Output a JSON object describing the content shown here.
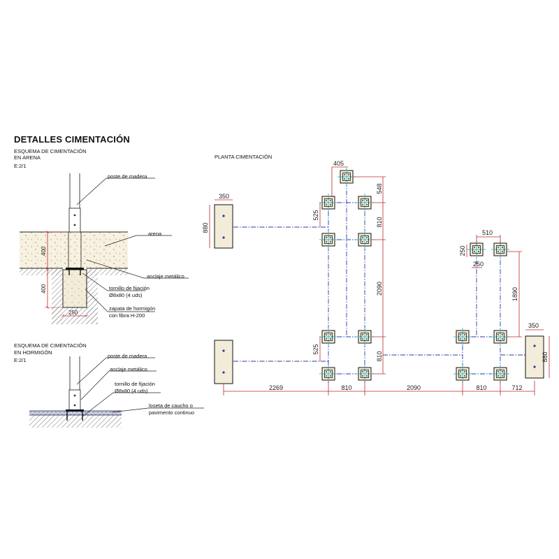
{
  "titles": {
    "main": "DETALLES CIMENTACIÓN",
    "plan": "PLANTA CIMENTACIÓN"
  },
  "detail_sand": {
    "heading_line1": "ESQUEMA DE CIMENTACIÓN",
    "heading_line2": "EN ARENA",
    "scale": "E:2/1",
    "label_post": "poste de madera",
    "label_sand": "arena",
    "label_anchor": "anclaje metálico",
    "label_screw_line1": "tornillo de fijación",
    "label_screw_line2": "Ø8x80 (4 uds)",
    "label_footing_line1": "zapata de hormigón",
    "label_footing_line2": "con fibra H-200",
    "dim_depth_sand": "400",
    "dim_depth_footing": "400",
    "dim_width_footing": "250"
  },
  "detail_concrete": {
    "heading_line1": "ESQUEMA DE CIMENTACIÓN",
    "heading_line2": "EN HORMIGÓN",
    "scale": "E:2/1",
    "label_post": "poste de madera",
    "label_anchor": "anclaje metálico",
    "label_screw_line1": "tornillo de fijación",
    "label_screw_line2": "Ø8x80 (4 uds)",
    "label_tile_line1": "loseta de caucho o",
    "label_tile_line2": "pavimento continuo"
  },
  "plan_dims": {
    "d405": "405",
    "d548": "548",
    "d350_left": "350",
    "d880_left": "880",
    "d525_top": "525",
    "d810_top": "810",
    "d2090_vertical": "2090",
    "d525_bottom": "525",
    "d810_mid": "810",
    "d510": "510",
    "d250_v": "250",
    "d250_h": "250",
    "d1890": "1890",
    "d350_right": "350",
    "d880_right": "880",
    "bottom_2269": "2269",
    "bottom_810_a": "810",
    "bottom_2090": "2090",
    "bottom_810_b": "810",
    "bottom_712": "712"
  },
  "colors": {
    "dimension": "#c0282d",
    "axis": "#2a3aa8",
    "post_cross": "#30b8c8",
    "footing": "#111111",
    "sand_fill": "#f4efdf"
  }
}
